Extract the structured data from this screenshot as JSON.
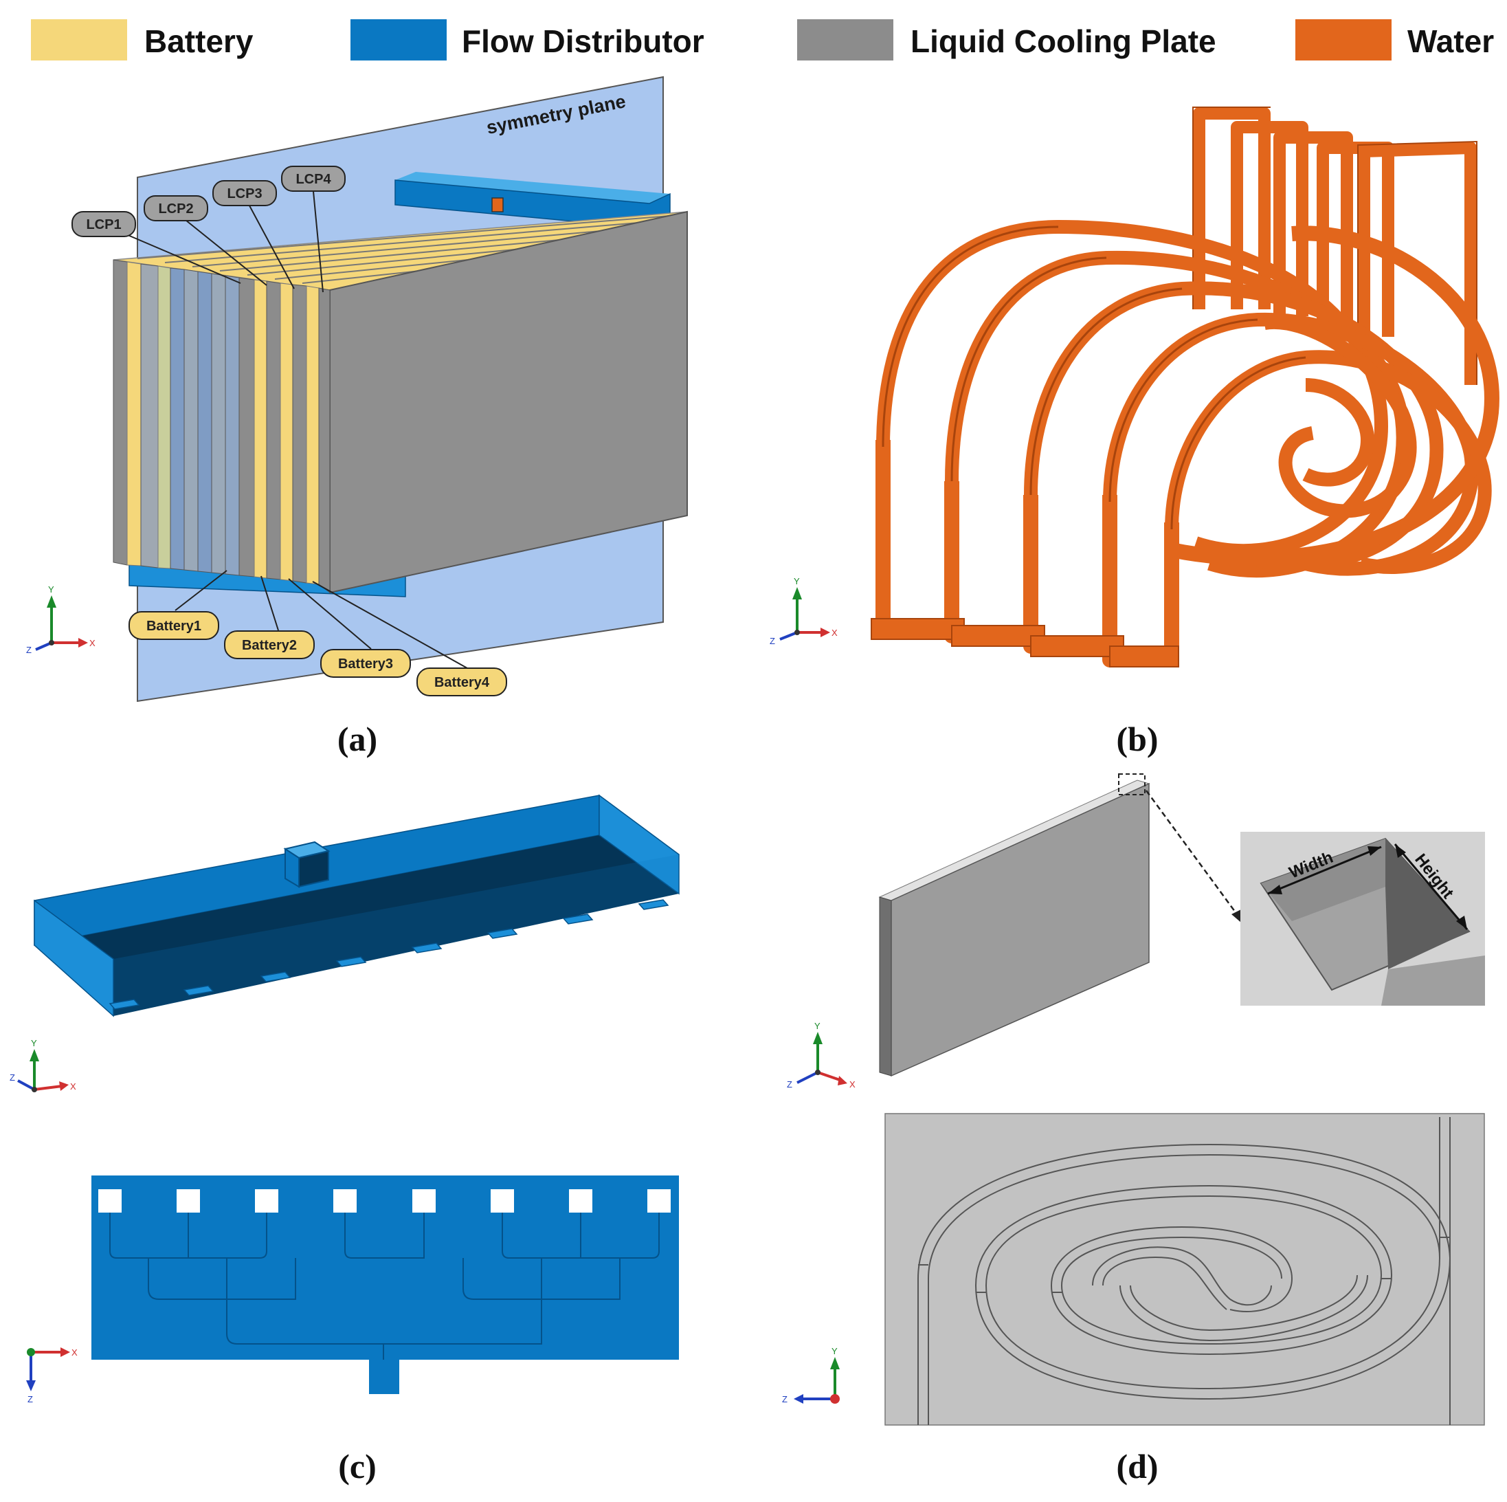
{
  "legend": [
    {
      "label": "Battery",
      "color": "#f5d77a"
    },
    {
      "label": "Flow Distributor",
      "color": "#0a78c2"
    },
    {
      "label": "Liquid Cooling Plate",
      "color": "#8c8c8c"
    },
    {
      "label": "Water",
      "color": "#e2661c"
    }
  ],
  "panels": {
    "a": {
      "label": "(a)",
      "symmetry_label": "symmetry plane",
      "lcp_labels": [
        "LCP1",
        "LCP2",
        "LCP3",
        "LCP4"
      ],
      "battery_labels": [
        "Battery1",
        "Battery2",
        "Battery3",
        "Battery4"
      ]
    },
    "b": {
      "label": "(b)"
    },
    "c": {
      "label": "(c)"
    },
    "d": {
      "label": "(d)",
      "width_label": "Width",
      "height_label": "Height"
    }
  },
  "axes": {
    "x": "X",
    "y": "Y",
    "z": "Z"
  },
  "colors": {
    "battery": "#f5d77a",
    "distributor": "#0a78c2",
    "distributor_light": "#1c8fd8",
    "distributor_dark": "#043456",
    "plate": "#8c8c8c",
    "plate_light": "#b9b9b9",
    "water": "#e2661c",
    "water_dark": "#a8440c",
    "symmetry": "#a9c6ef"
  }
}
